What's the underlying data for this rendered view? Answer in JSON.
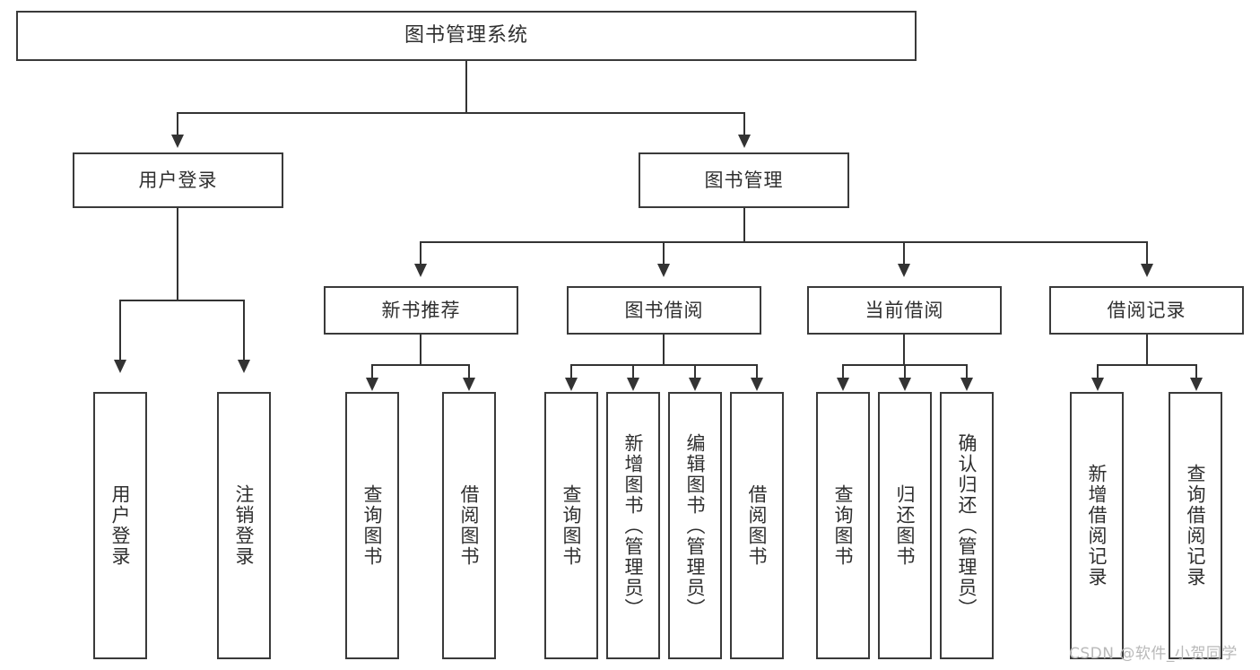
{
  "diagram": {
    "title": "图书管理系统",
    "type": "tree",
    "watermark": "CSDN @软件_小贺同学",
    "colors": {
      "box_border": "#3a3a3a",
      "connector": "#333333",
      "background": "#ffffff",
      "text": "#2f2f2f",
      "watermark": "#b9b9b9"
    },
    "root": {
      "label": "图书管理系统"
    },
    "level2": [
      {
        "label": "用户登录"
      },
      {
        "label": "图书管理"
      }
    ],
    "level3": [
      {
        "label": "新书推荐"
      },
      {
        "label": "图书借阅"
      },
      {
        "label": "当前借阅"
      },
      {
        "label": "借阅记录"
      }
    ],
    "leaves": {
      "user_login": [
        {
          "label": "用户登录"
        },
        {
          "label": "注销登录"
        }
      ],
      "new_book_recommend": [
        {
          "label": "查询图书"
        },
        {
          "label": "借阅图书"
        }
      ],
      "book_borrow": [
        {
          "label": "查询图书"
        },
        {
          "label": "新增图书（管理员）"
        },
        {
          "label": "编辑图书（管理员）"
        },
        {
          "label": "借阅图书"
        }
      ],
      "current_borrow": [
        {
          "label": "查询图书"
        },
        {
          "label": "归还图书"
        },
        {
          "label": "确认归还（管理员）"
        }
      ],
      "borrow_record": [
        {
          "label": "新增借阅记录"
        },
        {
          "label": "查询借阅记录"
        }
      ]
    }
  }
}
